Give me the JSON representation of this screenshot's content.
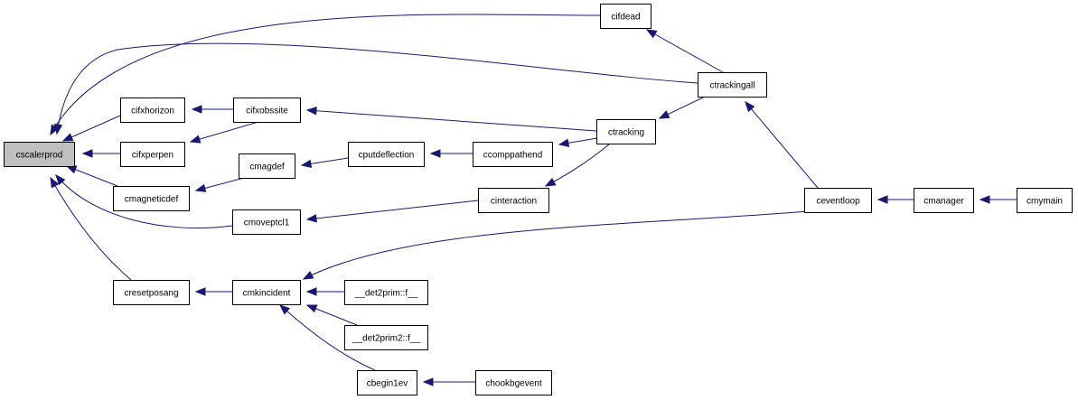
{
  "graph": {
    "nodes": [
      {
        "id": "cscalerprod",
        "label": "cscalerprod",
        "root": true
      },
      {
        "id": "cifxhorizon",
        "label": "cifxhorizon"
      },
      {
        "id": "cifxperpen",
        "label": "cifxperpen"
      },
      {
        "id": "cmagneticdef",
        "label": "cmagneticdef"
      },
      {
        "id": "cresetposang",
        "label": "cresetposang"
      },
      {
        "id": "cifxobssite",
        "label": "cifxobssite"
      },
      {
        "id": "cmagdef",
        "label": "cmagdef"
      },
      {
        "id": "cmoveptcl1",
        "label": "cmoveptcl1"
      },
      {
        "id": "cmkincident",
        "label": "cmkincident"
      },
      {
        "id": "cputdeflection",
        "label": "cputdeflection"
      },
      {
        "id": "ccomppathend",
        "label": "ccomppathend"
      },
      {
        "id": "cinteraction",
        "label": "cinteraction"
      },
      {
        "id": "det2prim_f",
        "label": "__det2prim::f__"
      },
      {
        "id": "det2prim2_f",
        "label": "__det2prim2::f__"
      },
      {
        "id": "cbegin1ev",
        "label": "cbegin1ev"
      },
      {
        "id": "chookbgevent",
        "label": "chookbgevent"
      },
      {
        "id": "cifdead",
        "label": "cifdead"
      },
      {
        "id": "ctracking",
        "label": "ctracking"
      },
      {
        "id": "ctrackingall",
        "label": "ctrackingall"
      },
      {
        "id": "ceventloop",
        "label": "ceventloop"
      },
      {
        "id": "cmanager",
        "label": "cmanager"
      },
      {
        "id": "cmymain",
        "label": "cmymain"
      }
    ],
    "edges": [
      {
        "from": "cifdead",
        "to": "cscalerprod"
      },
      {
        "from": "ctrackingall",
        "to": "cscalerprod"
      },
      {
        "from": "cifxhorizon",
        "to": "cscalerprod"
      },
      {
        "from": "cifxperpen",
        "to": "cscalerprod"
      },
      {
        "from": "cmagneticdef",
        "to": "cscalerprod"
      },
      {
        "from": "cmoveptcl1",
        "to": "cscalerprod"
      },
      {
        "from": "cresetposang",
        "to": "cscalerprod"
      },
      {
        "from": "cifxobssite",
        "to": "cifxhorizon"
      },
      {
        "from": "cifxobssite",
        "to": "cifxperpen"
      },
      {
        "from": "ctracking",
        "to": "cifxobssite"
      },
      {
        "from": "cmagdef",
        "to": "cmagneticdef"
      },
      {
        "from": "cputdeflection",
        "to": "cmagdef"
      },
      {
        "from": "ccomppathend",
        "to": "cputdeflection"
      },
      {
        "from": "ctracking",
        "to": "ccomppathend"
      },
      {
        "from": "cinteraction",
        "to": "cmoveptcl1"
      },
      {
        "from": "ctracking",
        "to": "cinteraction"
      },
      {
        "from": "ctrackingall",
        "to": "ctracking"
      },
      {
        "from": "ctrackingall",
        "to": "cifdead"
      },
      {
        "from": "ceventloop",
        "to": "ctrackingall"
      },
      {
        "from": "cmanager",
        "to": "ceventloop"
      },
      {
        "from": "cmymain",
        "to": "cmanager"
      },
      {
        "from": "cmkincident",
        "to": "cresetposang"
      },
      {
        "from": "ceventloop",
        "to": "cmkincident"
      },
      {
        "from": "det2prim_f",
        "to": "cmkincident"
      },
      {
        "from": "det2prim2_f",
        "to": "cmkincident"
      },
      {
        "from": "cbegin1ev",
        "to": "cmkincident"
      },
      {
        "from": "chookbgevent",
        "to": "cbegin1ev"
      }
    ]
  }
}
